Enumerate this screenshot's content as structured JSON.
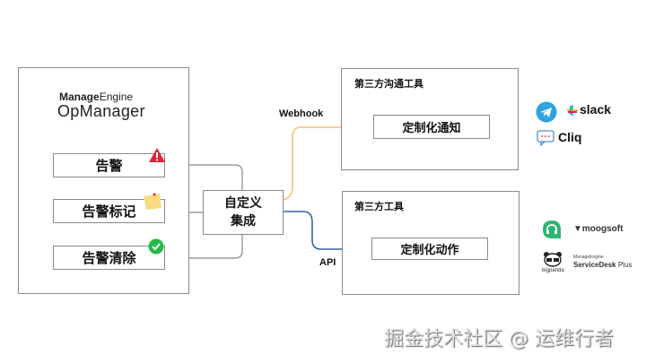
{
  "opmanager": {
    "vendor": "ManageEngine",
    "vendor_bold": "Manage",
    "vendor_light": "Engine",
    "product": "OpManager",
    "items": [
      {
        "label": "告警",
        "badge": "warning-icon"
      },
      {
        "label": "告警标记",
        "badge": "sticky-note-icon"
      },
      {
        "label": "告警清除",
        "badge": "check-circle-icon"
      }
    ]
  },
  "integration": {
    "line1": "自定义",
    "line2": "集成"
  },
  "comm_tools": {
    "title": "第三方沟通工具",
    "action": "定制化通知",
    "connector": "Webhook"
  },
  "tools": {
    "title": "第三方工具",
    "action": "定制化动作",
    "connector": "API"
  },
  "comm_brands": [
    "telegram",
    "slack",
    "Cliq"
  ],
  "comm_brand_labels": {
    "slack": "slack",
    "cliq": "Cliq"
  },
  "tool_brands": {
    "moogsoft": "moogsoft",
    "bigpanda": "bigpanda",
    "sdp_vendor": "ManageEngine",
    "sdp_name": "ServiceDesk",
    "sdp_suffix": "Plus"
  },
  "colors": {
    "webhook": "#f2c27a",
    "api": "#2f67a6",
    "line": "#888888",
    "warning": "#e0253a",
    "check": "#26b84b",
    "note": "#f7dc82",
    "telegram": "#2fa3de",
    "hangouts": "#2bb673"
  },
  "watermark": "掘金技术社区 @ 运维行者"
}
